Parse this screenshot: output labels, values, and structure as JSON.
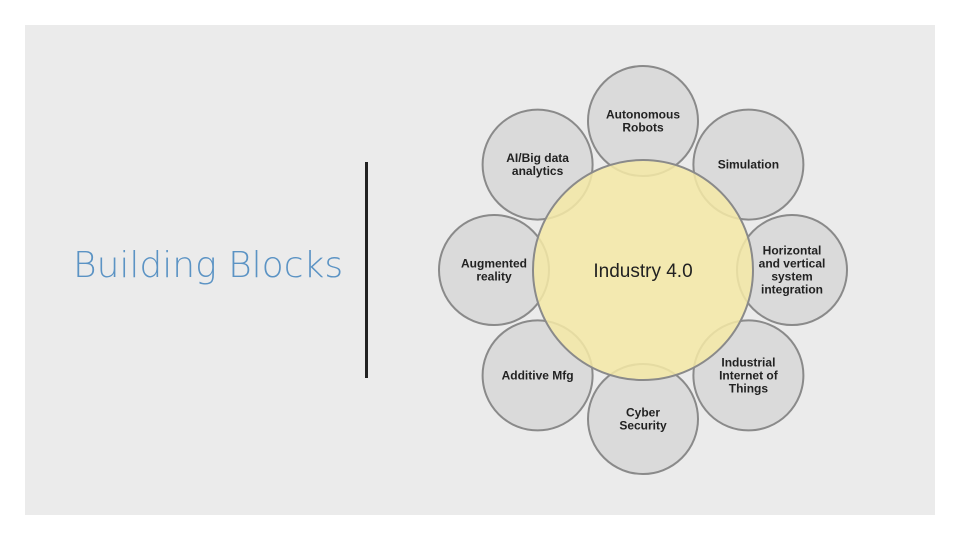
{
  "slide": {
    "title": "Building Blocks"
  },
  "diagram": {
    "center": {
      "label": "Industry 4.0",
      "fill": "#f5e9a6"
    },
    "nodes": [
      {
        "lines": [
          "Autonomous",
          "Robots"
        ]
      },
      {
        "lines": [
          "Simulation"
        ]
      },
      {
        "lines": [
          "Horizontal",
          "and vertical",
          "system",
          "integration"
        ]
      },
      {
        "lines": [
          "Industrial",
          "Internet of",
          "Things"
        ]
      },
      {
        "lines": [
          "Cyber",
          "Security"
        ]
      },
      {
        "lines": [
          "Additive Mfg"
        ]
      },
      {
        "lines": [
          "Augmented",
          "reality"
        ]
      },
      {
        "lines": [
          "AI/Big data",
          "analytics"
        ]
      }
    ],
    "node_fill": "#d3d3d3",
    "node_stroke": "#8a8a8a"
  }
}
